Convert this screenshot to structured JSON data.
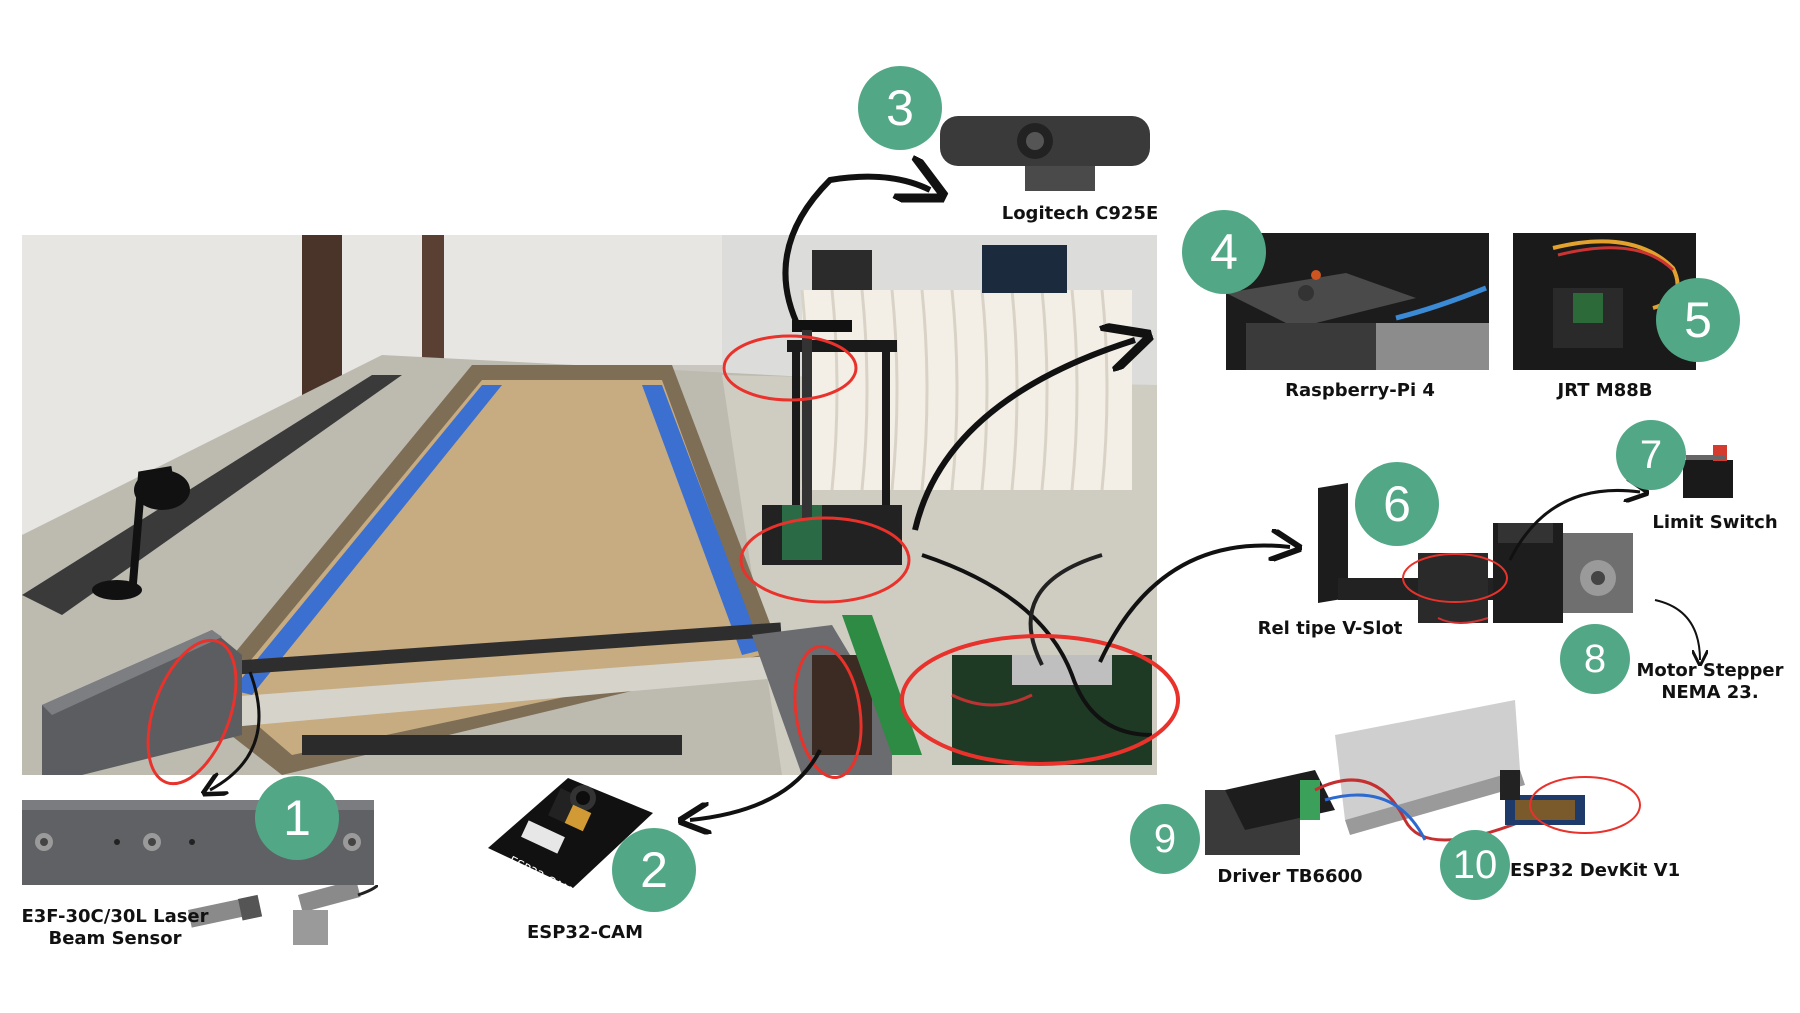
{
  "components": [
    {
      "number": "1",
      "label_lines": [
        "E3F-30C/30L Laser",
        "Beam Sensor"
      ]
    },
    {
      "number": "2",
      "label_lines": [
        "ESP32-CAM"
      ]
    },
    {
      "number": "3",
      "label_lines": [
        "Logitech C925E"
      ]
    },
    {
      "number": "4",
      "label_lines": [
        "Raspberry-Pi 4"
      ]
    },
    {
      "number": "5",
      "label_lines": [
        "JRT M88B"
      ]
    },
    {
      "number": "6",
      "label_lines": [
        "Rel tipe V-Slot"
      ]
    },
    {
      "number": "7",
      "label_lines": [
        "Limit Switch"
      ]
    },
    {
      "number": "8",
      "label_lines": [
        "Motor Stepper",
        "NEMA 23."
      ]
    },
    {
      "number": "9",
      "label_lines": [
        "Driver TB6600"
      ]
    },
    {
      "number": "10",
      "label_lines": [
        "ESP32 DevKit V1"
      ]
    }
  ],
  "embedded_text": {
    "esp32_board": "ESP32-CAM"
  },
  "colors": {
    "badge": "#52a886",
    "highlight_ring": "#e8322b",
    "arrow": "#111111"
  }
}
